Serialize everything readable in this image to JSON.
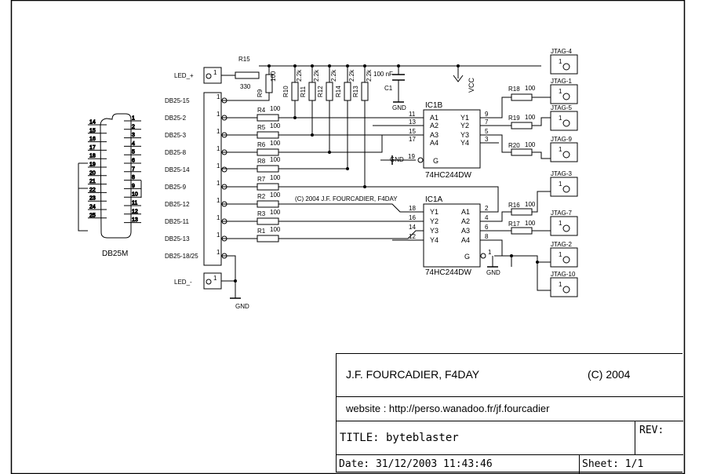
{
  "schematic": {
    "connector_name": "DB25M",
    "pins_left": [
      "14",
      "15",
      "16",
      "17",
      "18",
      "19",
      "20",
      "21",
      "22",
      "23",
      "24",
      "25"
    ],
    "pins_right": [
      "1",
      "2",
      "3",
      "4",
      "5",
      "6",
      "7",
      "8",
      "9",
      "10",
      "11",
      "12",
      "13"
    ],
    "led_plus": "LED_+",
    "led_minus": "LED_-",
    "db_labels": [
      "DB25-15",
      "DB25-2",
      "DB25-3",
      "DB25-8",
      "DB25-14",
      "DB25-9",
      "DB25-12",
      "DB25-11",
      "DB25-13",
      "DB25-18/25"
    ],
    "pin_one": "1",
    "r15": {
      "name": "R15",
      "value": "330"
    },
    "pullups": [
      {
        "name": "R9",
        "value": "100"
      },
      {
        "name": "R10",
        "value": "2.2k"
      },
      {
        "name": "R11",
        "value": "2.2k"
      },
      {
        "name": "R12",
        "value": "2.2k"
      },
      {
        "name": "R14",
        "value": "2.2k"
      },
      {
        "name": "R13",
        "value": "2.2k"
      }
    ],
    "series_r": [
      {
        "name": "R4",
        "value": "100"
      },
      {
        "name": "R5",
        "value": "100"
      },
      {
        "name": "R6",
        "value": "100"
      },
      {
        "name": "R8",
        "value": "100"
      },
      {
        "name": "R7",
        "value": "100"
      },
      {
        "name": "R2",
        "value": "100"
      },
      {
        "name": "R3",
        "value": "100"
      },
      {
        "name": "R1",
        "value": "100"
      }
    ],
    "out_r": [
      {
        "name": "R18",
        "value": "100"
      },
      {
        "name": "R19",
        "value": "100"
      },
      {
        "name": "R20",
        "value": "100"
      },
      {
        "name": "R16",
        "value": "100"
      },
      {
        "name": "R17",
        "value": "100"
      }
    ],
    "cap": {
      "name": "C1",
      "value": "100 nF"
    },
    "vcc": "VCC",
    "gnd": "GND",
    "ic1b": {
      "name": "IC1B",
      "part": "74HC244DW",
      "left_pins": [
        "A1",
        "A2",
        "A3",
        "A4"
      ],
      "left_nums": [
        "11",
        "13",
        "15",
        "17"
      ],
      "right_pins": [
        "Y1",
        "Y2",
        "Y3",
        "Y4"
      ],
      "right_nums": [
        "9",
        "7",
        "5",
        "3"
      ],
      "g": "G",
      "g_num": "19"
    },
    "ic1a": {
      "name": "IC1A",
      "part": "74HC244DW",
      "left_pins": [
        "Y1",
        "Y2",
        "Y3",
        "Y4"
      ],
      "left_nums": [
        "18",
        "16",
        "14",
        "12"
      ],
      "right_pins": [
        "A1",
        "A2",
        "A3",
        "A4"
      ],
      "right_nums": [
        "2",
        "4",
        "6",
        "8"
      ],
      "g": "G",
      "g_num": "1"
    },
    "jtag": [
      "JTAG-4",
      "JTAG-1",
      "JTAG-5",
      "JTAG-9",
      "JTAG-3",
      "JTAG-7",
      "JTAG-2",
      "JTAG-10"
    ],
    "copyright_note": "(C) 2004  J.F. FOURCADIER,  F4DAY"
  },
  "title_block": {
    "author": "J.F. FOURCADIER,  F4DAY",
    "copyright": "(C) 2004",
    "website": "website : http://perso.wanadoo.fr/jf.fourcadier",
    "title": "TITLE:  byteblaster",
    "rev": "REV:",
    "date": "Date: 31/12/2003 11:43:46",
    "sheet": "Sheet: 1/1"
  }
}
